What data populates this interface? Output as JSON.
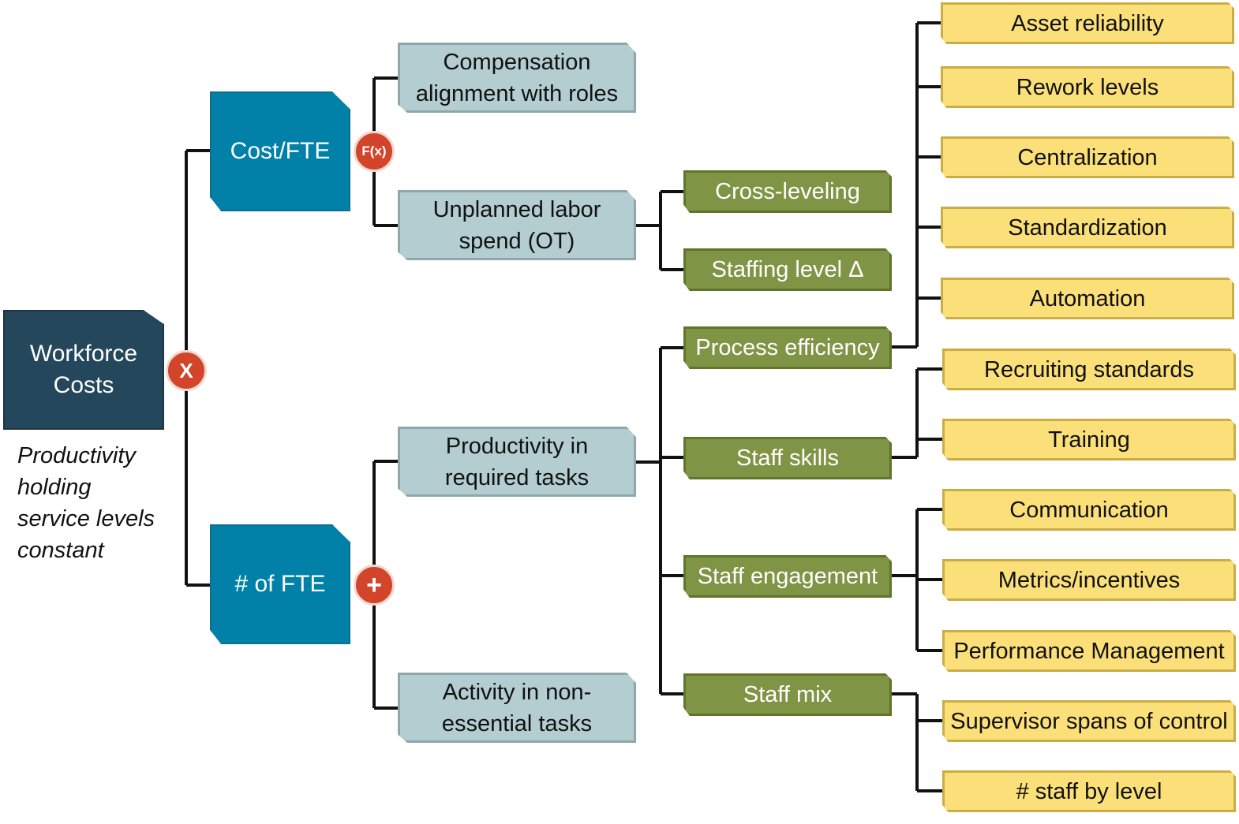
{
  "root": {
    "lines": [
      "Workforce",
      "Costs"
    ]
  },
  "root_note": [
    "Productivity",
    "holding",
    "service levels",
    "constant"
  ],
  "operators": {
    "root": "X",
    "cost_fte": "F(x)",
    "num_fte": "+"
  },
  "level1": {
    "cost_fte": "Cost/FTE",
    "num_fte": "# of FTE"
  },
  "level2": {
    "compensation": [
      "Compensation",
      "alignment with roles"
    ],
    "unplanned": [
      "Unplanned labor",
      "spend (OT)"
    ],
    "productivity": [
      "Productivity in",
      "required tasks"
    ],
    "activity": [
      "Activity in non-",
      "essential tasks"
    ]
  },
  "level3": {
    "cross_leveling": "Cross-leveling",
    "staffing_level": "Staffing level Δ",
    "process_efficiency": "Process efficiency",
    "staff_skills": "Staff skills",
    "staff_engagement": "Staff engagement",
    "staff_mix": "Staff mix"
  },
  "level4": {
    "asset_reliability": "Asset reliability",
    "rework_levels": "Rework levels",
    "centralization": "Centralization",
    "standardization": "Standardization",
    "automation": "Automation",
    "recruiting_standards": "Recruiting standards",
    "training": "Training",
    "communication": "Communication",
    "metrics_incentives": "Metrics/incentives",
    "performance_management": "Performance Management",
    "supervisor_spans": "Supervisor spans of control",
    "staff_by_level": "# staff by level"
  },
  "colors": {
    "root": "#24475b",
    "level1": "#0180a8",
    "level2": "#b3cdd1",
    "level3": "#7f9444",
    "level4": "#fbe07a",
    "operator": "#d2452b",
    "connector": "#111111"
  }
}
